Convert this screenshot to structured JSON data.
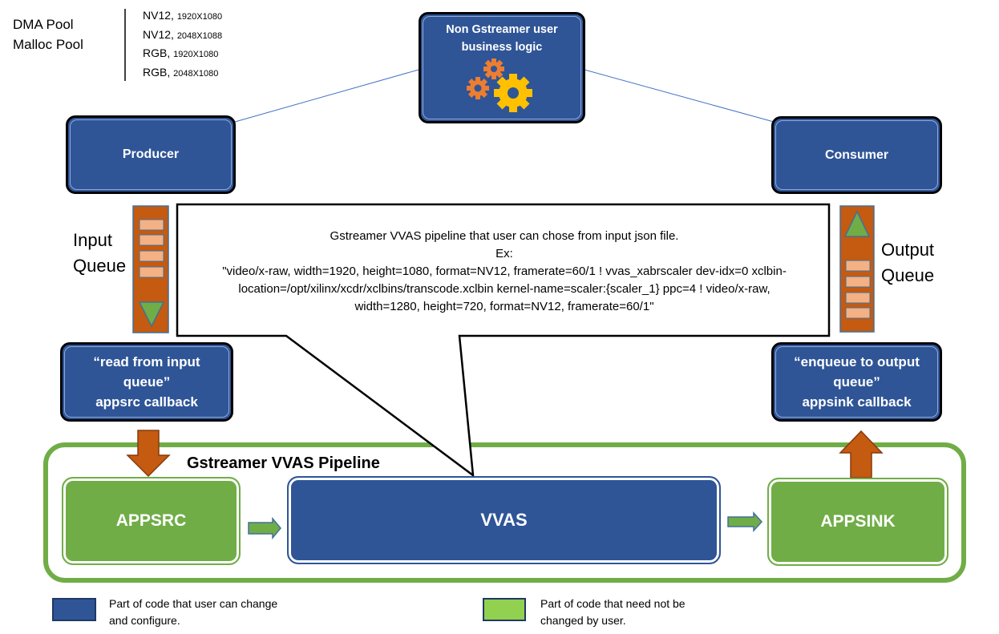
{
  "pools": {
    "items": [
      "DMA Pool",
      "Malloc Pool"
    ]
  },
  "formats": [
    {
      "format": "NV12,",
      "resolution": "1920X1080"
    },
    {
      "format": "NV12,",
      "resolution": "2048X1088"
    },
    {
      "format": "RGB,",
      "resolution": "1920X1080"
    },
    {
      "format": "RGB,",
      "resolution": "2048X1080"
    }
  ],
  "business_logic": {
    "line1": "Non Gstreamer user",
    "line2": "business logic",
    "icon": "gears-icon"
  },
  "producer": {
    "label": "Producer"
  },
  "consumer": {
    "label": "Consumer"
  },
  "input_queue": {
    "line1": "Input",
    "line2": "Queue"
  },
  "output_queue": {
    "line1": "Output",
    "line2": "Queue"
  },
  "callout": {
    "lines": [
      "Gstreamer VVAS pipeline that user can chose from input json file.",
      "Ex:",
      "\"video/x-raw, width=1920, height=1080, format=NV12, framerate=60/1 ! vvas_xabrscaler dev-idx=0 xclbin-",
      "location=/opt/xilinx/xcdr/xclbins/transcode.xclbin kernel-name=scaler:{scaler_1} ppc=4 ! video/x-raw,",
      "width=1280, height=720, format=NV12, framerate=60/1\""
    ]
  },
  "appsrc_callback": {
    "line1": "“read from input",
    "line2": "queue”",
    "line3": "appsrc callback"
  },
  "appsink_callback": {
    "line1": "“enqueue to output",
    "line2": "queue”",
    "line3": "appsink callback"
  },
  "pipeline": {
    "title": "Gstreamer VVAS Pipeline",
    "appsrc": "APPSRC",
    "vvas": "VVAS",
    "appsink": "APPSINK"
  },
  "legend": {
    "blue": {
      "line1": "Part of code that user can change",
      "line2": "and configure."
    },
    "green": {
      "line1": "Part of code that need not be",
      "line2": "changed by user."
    }
  },
  "colors": {
    "blue": "#2f5597",
    "green": "#70ad47",
    "legend_green": "#92d050",
    "queue_orange": "#c55a11",
    "queue_slot": "#f4b183",
    "arrow_green": "#70ad47",
    "gear_orange": "#ed7d31",
    "gear_yellow": "#ffc000",
    "connector_line": "#4472c4"
  }
}
